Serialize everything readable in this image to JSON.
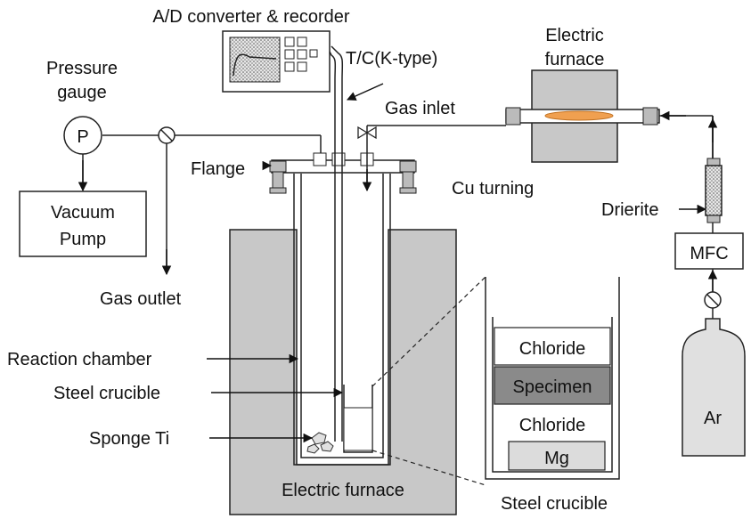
{
  "labels": {
    "ad_converter": "A/D converter & recorder",
    "thermocouple": "T/C(K-type)",
    "pressure_gauge_line1": "Pressure",
    "pressure_gauge_line2": "gauge",
    "pressure_symbol": "P",
    "vacuum_line1": "Vacuum",
    "vacuum_line2": "Pump",
    "gas_outlet": "Gas outlet",
    "gas_inlet": "Gas inlet",
    "flange": "Flange",
    "furnace_top_line1": "Electric",
    "furnace_top_line2": "furnace",
    "cu_turning": "Cu turning",
    "drierite": "Drierite",
    "mfc": "MFC",
    "ar": "Ar",
    "reaction_chamber": "Reaction chamber",
    "steel_crucible": "Steel crucible",
    "sponge_ti": "Sponge Ti",
    "electric_furnace": "Electric furnace",
    "inset_chloride_top": "Chloride",
    "inset_specimen": "Specimen",
    "inset_chloride_bottom": "Chloride",
    "inset_mg": "Mg",
    "inset_caption": "Steel crucible"
  },
  "colors": {
    "furnace_gray": "#c8c8c8",
    "specimen_gray": "#8a8a8a",
    "cu_orange": "#f0a050",
    "line": "#222222"
  }
}
